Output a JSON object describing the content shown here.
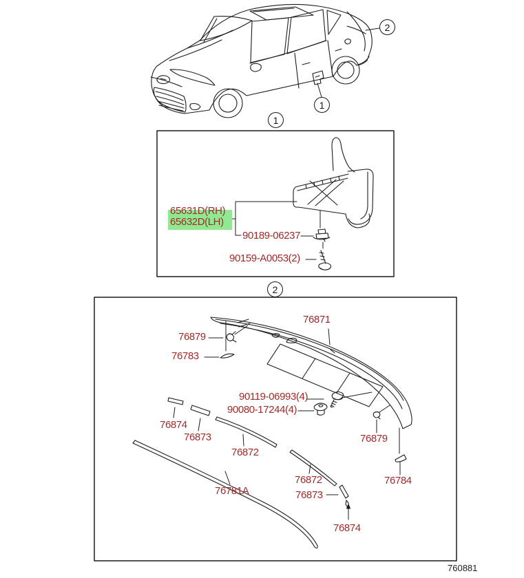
{
  "doc": {
    "number": "760881"
  },
  "colors": {
    "label": "#9F2A28",
    "highlight": "#92E892",
    "line": "#1b1b1b"
  },
  "car": {
    "rocker_callout": "1",
    "spoiler_callout": "2"
  },
  "sections": [
    {
      "callout": "1",
      "parts": {
        "mudguard_rh": "65631D(RH)",
        "mudguard_lh": "65632D(LH)",
        "clip": "90189-06237",
        "screw": "90159-A0053(2)"
      }
    },
    {
      "callout": "2",
      "parts": {
        "spoiler": "76871",
        "clip_top": "76879",
        "pad_top": "76783",
        "bolt": "90119-06993(4)",
        "grommet": "90080-17244(4)",
        "tape_small_left": "76874",
        "tape_mid_left": "76873",
        "tape_long_left": "76872",
        "moulding": "76781A",
        "tape_long_right": "76872",
        "tape_mid_right": "76873",
        "tape_small_right": "76874",
        "clip_right": "76879",
        "pad_right": "76784"
      }
    }
  ]
}
